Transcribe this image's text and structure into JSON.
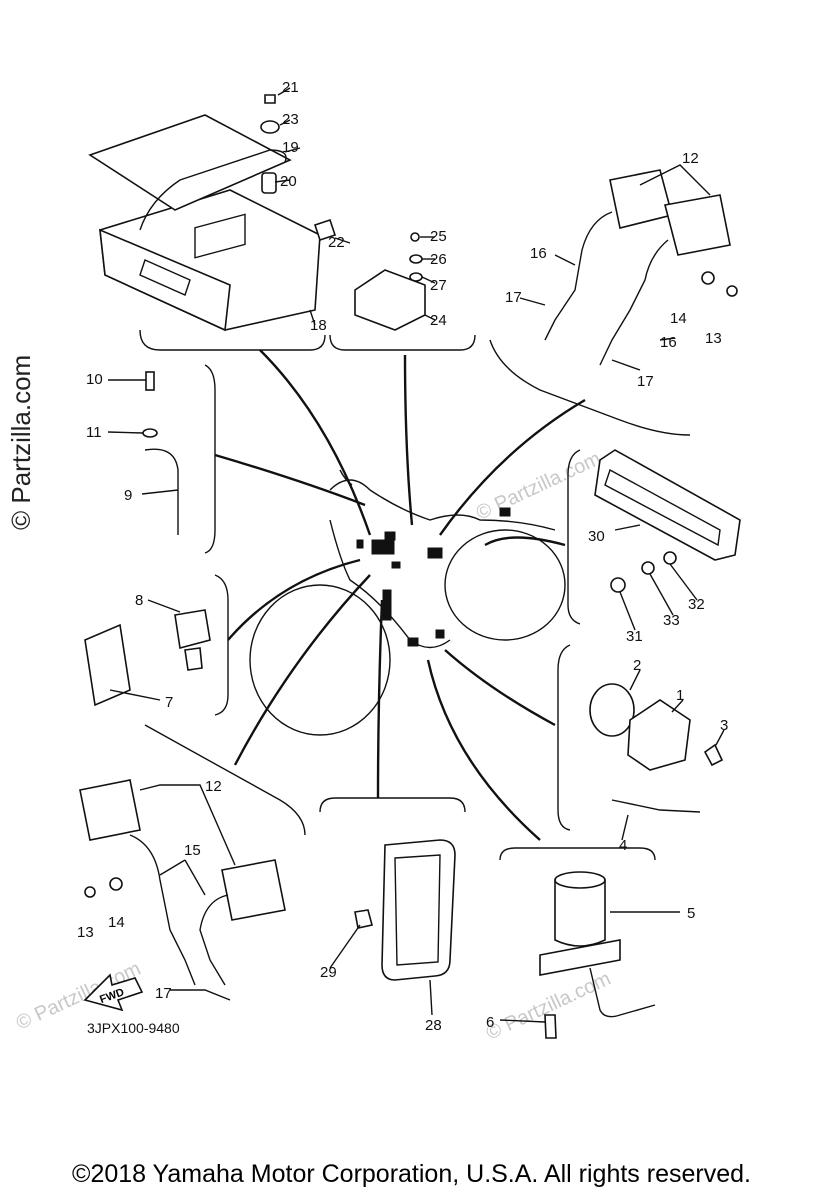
{
  "watermark": "© Partzilla.com",
  "diagram_code": "3JPX100-9480",
  "fwd_label": "FWD",
  "footer": "©2018 Yamaha Motor Corporation, U.S.A. All rights reserved.",
  "callouts": [
    "1",
    "2",
    "3",
    "4",
    "5",
    "6",
    "7",
    "8",
    "9",
    "10",
    "11",
    "12",
    "13",
    "14",
    "15",
    "16",
    "17",
    "18",
    "19",
    "20",
    "21",
    "22",
    "23",
    "24",
    "25",
    "26",
    "27",
    "28",
    "29",
    "30",
    "31",
    "32",
    "33"
  ]
}
